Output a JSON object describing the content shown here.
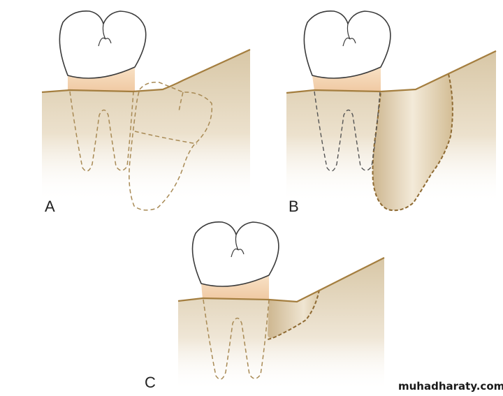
{
  "figure": {
    "panels": [
      {
        "label": "A"
      },
      {
        "label": "B"
      },
      {
        "label": "C"
      }
    ],
    "watermark": "muhadharaty.com"
  },
  "colors": {
    "bone_light": "#f3ece0",
    "bone_dark": "#d9c9ab",
    "gum_line": "#a47e3f",
    "root_dash": "#a88a55",
    "enamel": "#ffffff",
    "enamel_stroke": "#3a3a3a",
    "cementum": "#f4d6b6",
    "defect_dark": "#c7b08a",
    "watermark_text": "#1a1a1a"
  }
}
